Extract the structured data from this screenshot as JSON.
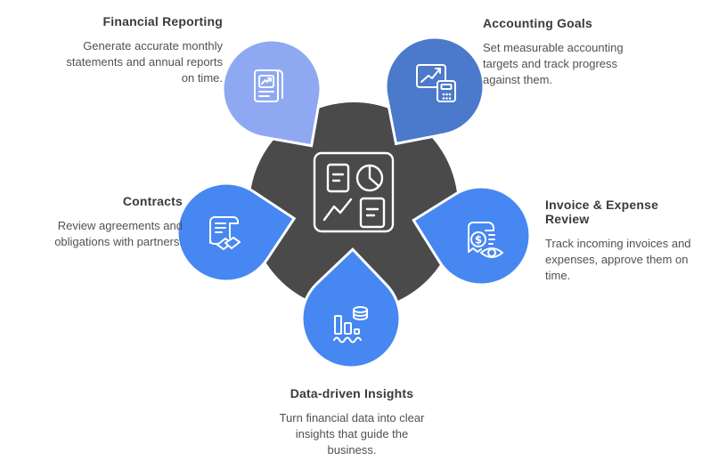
{
  "diagram": {
    "background": "#ffffff",
    "center": {
      "color": "#4A4A4A",
      "icon": "dashboard-icon"
    },
    "nodes": [
      {
        "id": "financial-reporting",
        "title": "Financial Reporting",
        "description": "Generate accurate monthly statements and annual reports on time.",
        "color": "#8EA9F2",
        "icon": "report-icon"
      },
      {
        "id": "accounting-goals",
        "title": "Accounting Goals",
        "description": "Set measurable accounting targets and track progress against them.",
        "color": "#4B79CB",
        "icon": "growth-calculator-icon"
      },
      {
        "id": "contracts",
        "title": "Contracts",
        "description": "Review agreements and obligations with partners.",
        "color": "#4787F1",
        "icon": "contract-handshake-icon"
      },
      {
        "id": "invoice-expense-review",
        "title": "Invoice & Expense Review",
        "description": "Track incoming invoices and expenses, approve them on time.",
        "color": "#4787F1",
        "icon": "invoice-review-icon"
      },
      {
        "id": "data-driven-insights",
        "title": "Data-driven Insights",
        "description": "Turn financial data into clear insights that guide the business.",
        "color": "#4787F1",
        "icon": "data-chart-icon"
      }
    ]
  }
}
